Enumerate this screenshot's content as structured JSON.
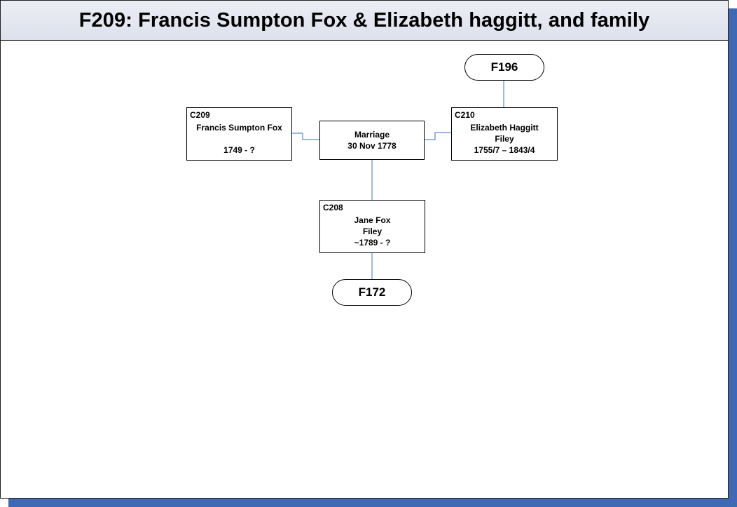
{
  "title": "F209: Francis Sumpton Fox & Elizabeth haggitt, and family",
  "families": {
    "parent_family": "F196",
    "child_family": "F172"
  },
  "persons": {
    "husband": {
      "id": "C209",
      "name": "Francis Sumpton Fox",
      "place": "",
      "dates": "1749 - ?"
    },
    "wife": {
      "id": "C210",
      "name": "Elizabeth Haggitt",
      "place": "Filey",
      "dates": "1755/7 – 1843/4"
    },
    "child": {
      "id": "C208",
      "name": "Jane Fox",
      "place": "Filey",
      "dates": "~1789 - ?"
    }
  },
  "marriage": {
    "label": "Marriage",
    "date": "30 Nov 1778"
  },
  "colors": {
    "connector": "#5b8bc9",
    "shadow": "#3f69b4",
    "border": "#000000"
  }
}
